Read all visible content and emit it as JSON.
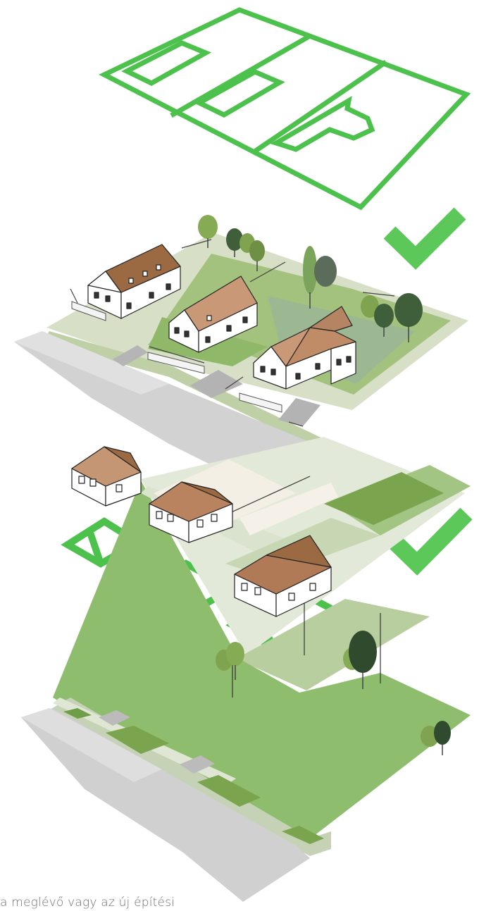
{
  "colors": {
    "plan_outline": "#4cc14c",
    "check": "#5dc85a",
    "road": "#d3d3d3",
    "grass_light": "#c9d9b2",
    "grass_mid": "#98bf70",
    "grass_dark": "#6e9e48",
    "roof_dark": "#9b6a43",
    "roof_light": "#c89877",
    "wall": "#ffffff",
    "tree_light": "#86ab55",
    "tree_dark": "#3f5f3a"
  },
  "caption": "a meglévő vagy az új építési",
  "panels": [
    {
      "id": "top",
      "plan": "connected-parcel-outline",
      "houses": 3,
      "check": "check-icon"
    },
    {
      "id": "bottom",
      "plan": "separate-footprint-outlines",
      "houses": 3,
      "check": "check-icon"
    }
  ]
}
